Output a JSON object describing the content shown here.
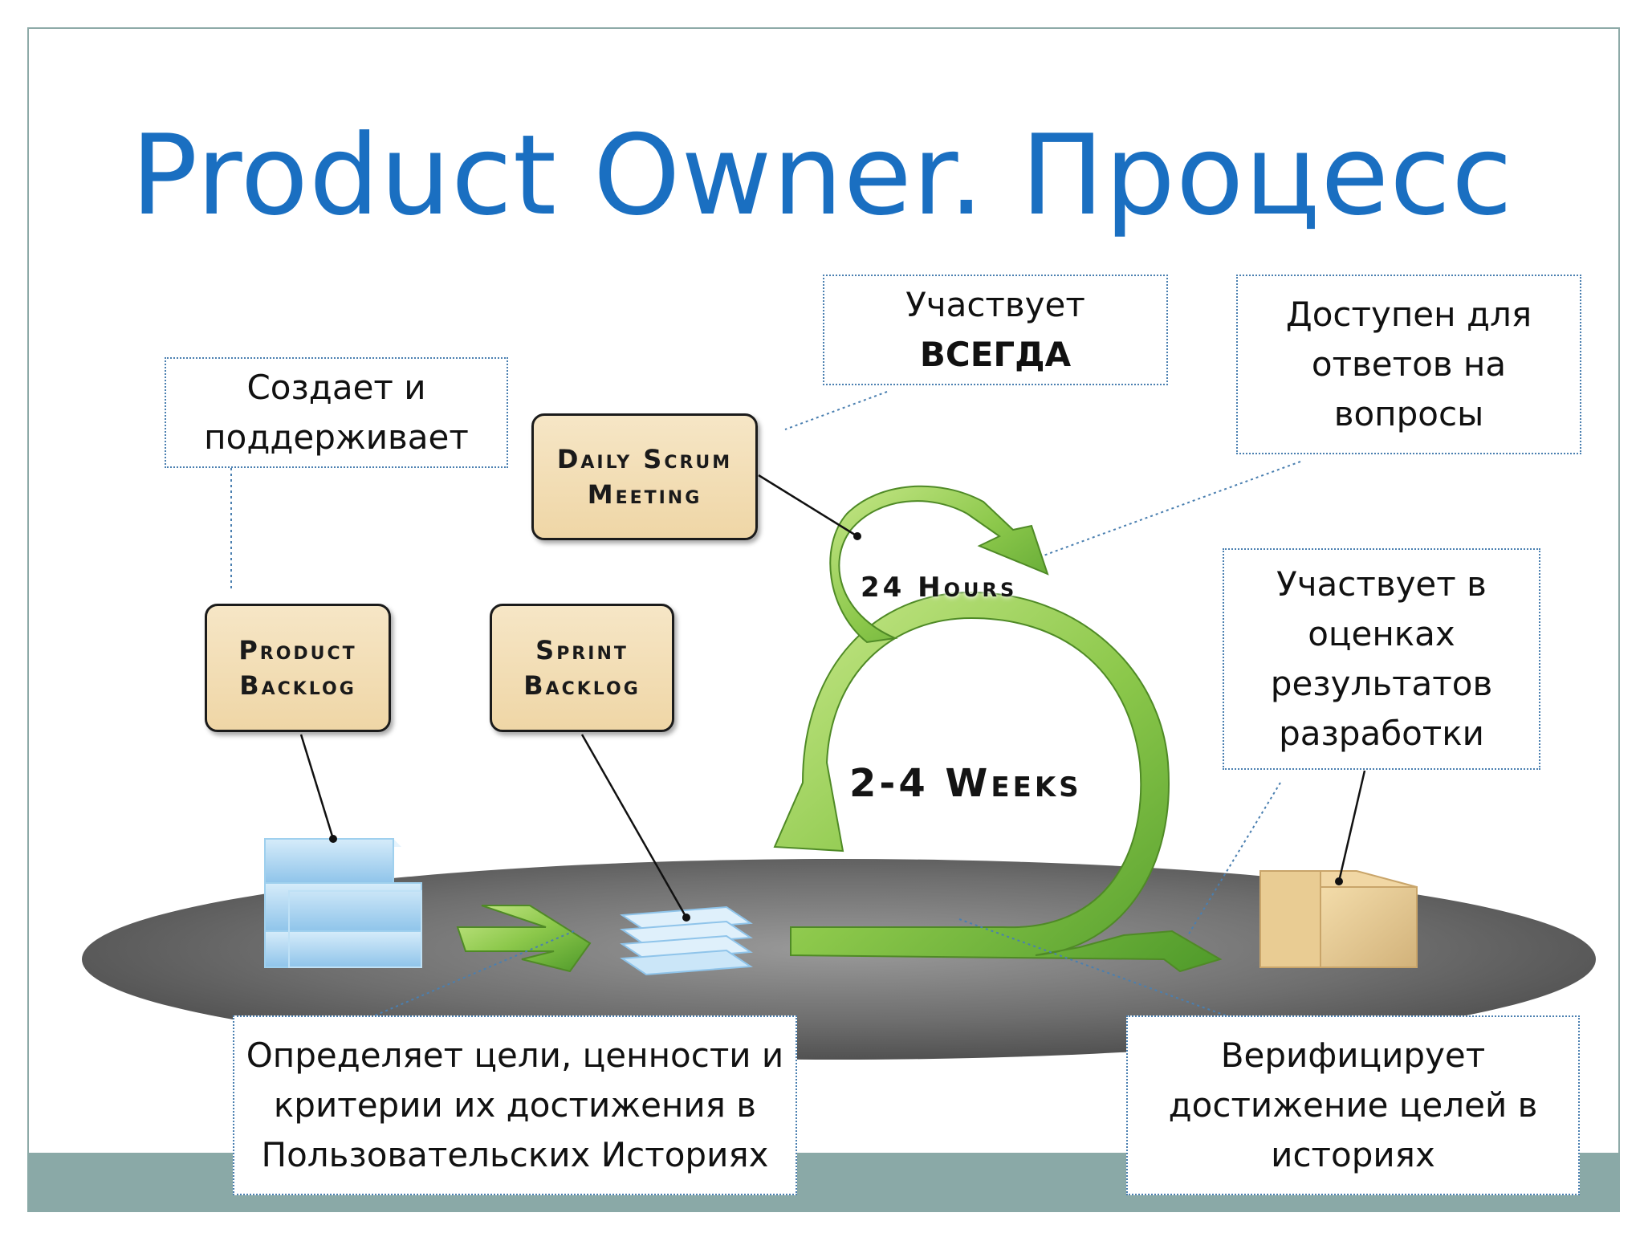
{
  "title": "Product Owner. Процесс",
  "callouts": {
    "creates": [
      "Создает и",
      "поддерживает"
    ],
    "participates_always": {
      "line1": "Участвует",
      "line2_bold": "ВСЕГДА"
    },
    "available": [
      "Доступен для",
      "ответов на",
      "вопросы"
    ],
    "evaluates": [
      "Участвует в",
      "оценках",
      "результатов",
      "разработки"
    ],
    "defines_goals": [
      "Определяет цели, ценности и",
      "критерии их достижения в",
      "Пользовательских Историях"
    ],
    "verifies": [
      "Верифицирует",
      "достижение целей в",
      "историях"
    ]
  },
  "boxes": {
    "daily_scrum": [
      "Daily Scrum",
      "Meeting"
    ],
    "product_backlog": [
      "Product",
      "Backlog"
    ],
    "sprint_backlog": [
      "Sprint",
      "Backlog"
    ]
  },
  "loop_labels": {
    "hours": "24 Hours",
    "weeks": "2-4 Weeks"
  },
  "colors": {
    "title": "#1a6fc1",
    "callout_border": "#4a7fb0",
    "arrow_green": "#7cc142",
    "box_fill": "#f2dcb0",
    "platform": "#707070",
    "footer": "#8aa9a7"
  }
}
